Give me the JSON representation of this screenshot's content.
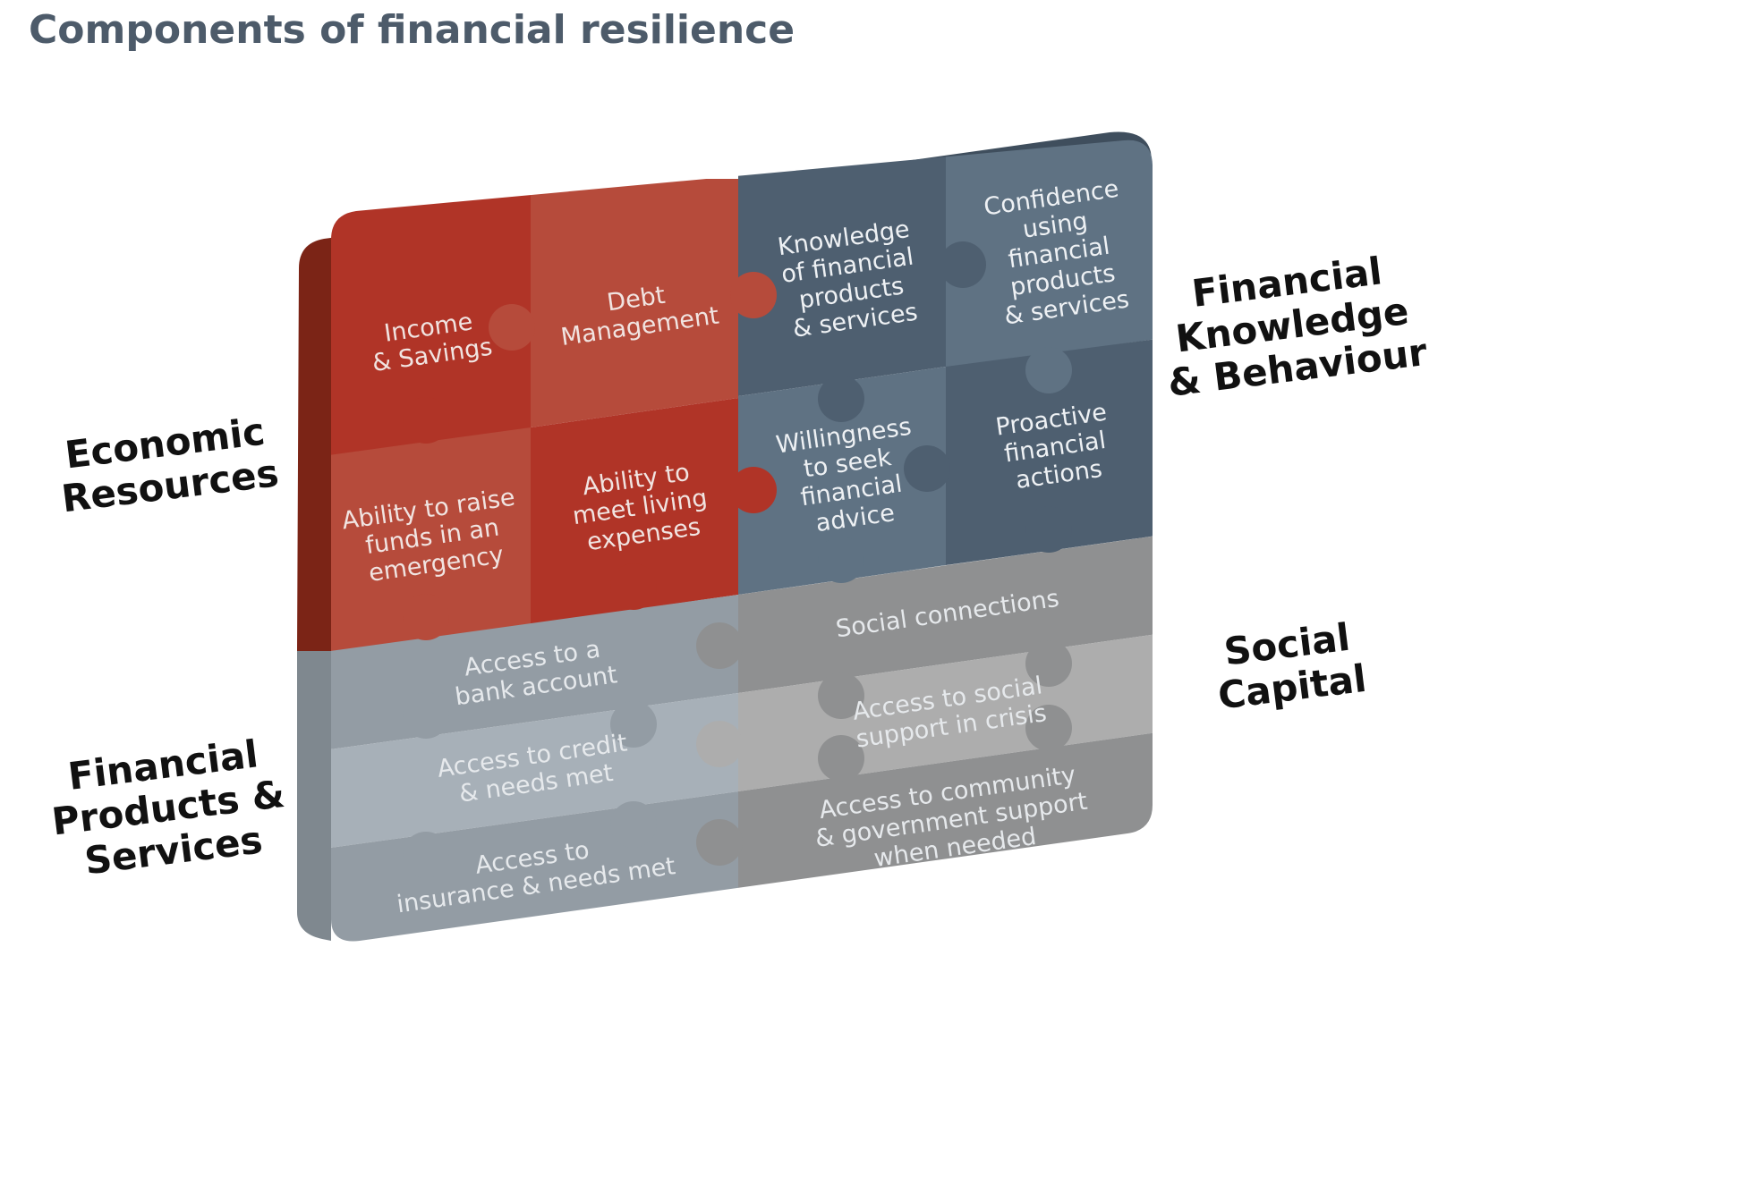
{
  "title": "Components of financial resilience",
  "categories": {
    "economic": [
      "Economic",
      "Resources"
    ],
    "knowledge": [
      "Financial",
      "Knowledge",
      "& Behaviour"
    ],
    "products": [
      "Financial",
      "Products &",
      "Services"
    ],
    "social": [
      "Social",
      "Capital"
    ]
  },
  "pieces": {
    "income_savings": [
      "Income",
      "& Savings"
    ],
    "debt_management": [
      "Debt",
      "Management"
    ],
    "raise_funds": [
      "Ability to raise",
      "funds in an",
      "emergency"
    ],
    "living_expenses": [
      "Ability to",
      "meet living",
      "expenses"
    ],
    "knowledge_products": [
      "Knowledge",
      "of financial",
      "products",
      "& services"
    ],
    "confidence": [
      "Confidence",
      "using",
      "financial",
      "products",
      "& services"
    ],
    "willingness_advice": [
      "Willingness",
      "to seek",
      "financial",
      "advice"
    ],
    "proactive_actions": [
      "Proactive",
      "financial",
      "actions"
    ],
    "bank_account": [
      "Access to a",
      "bank account"
    ],
    "credit": [
      "Access to credit",
      "& needs met"
    ],
    "insurance": [
      "Access to",
      "insurance & needs met"
    ],
    "social_connections": [
      "Social connections"
    ],
    "social_support": [
      "Access to social",
      "support in crisis"
    ],
    "community_support": [
      "Access to community",
      "& government support",
      "when needed"
    ]
  },
  "colors": {
    "red_dark": "#b03427",
    "red_light": "#b64b3b",
    "slate_dark": "#4e5f70",
    "slate_light": "#5f7283",
    "grey_blue": "#939ca4",
    "grey_blue_light": "#a7b0b8",
    "grey_mid": "#8f9091",
    "grey_light": "#adadad",
    "text_light": "#f1e4e1",
    "text_grey": "#e6e9ec"
  }
}
